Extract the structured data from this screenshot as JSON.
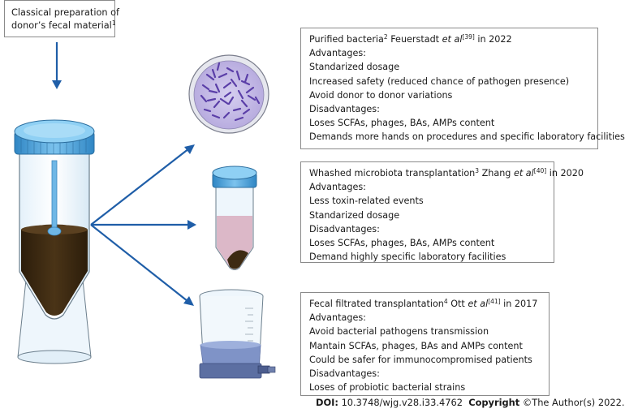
{
  "source": {
    "line1": "Classical preparation of",
    "line2": "donor’s fecal material",
    "sup": "1"
  },
  "methods": [
    {
      "name": "Purified bacteria",
      "sup": "2",
      "author": "Feuerstadt",
      "etal": "et al",
      "ref": "[39]",
      "year": "in 2022",
      "adv_label": "Advantages:",
      "advantages": [
        "Standarized dosage",
        "Increased safety (reduced chance of pathogen presence)",
        "Avoid donor to donor variations"
      ],
      "dis_label": "Disadvantages:",
      "disadvantages": [
        "Loses SCFAs, phages, BAs, AMPs content",
        "Demands more hands on procedures and specific laboratory facilities"
      ]
    },
    {
      "name": "Whashed microbiota transplantation",
      "sup": "3",
      "author": "Zhang",
      "etal": "et al",
      "ref": "[40]",
      "year": "in 2020",
      "adv_label": "Advantages:",
      "advantages": [
        "Less toxin-related events",
        "Standarized dosage"
      ],
      "dis_label": "Disadvantages:",
      "disadvantages": [
        "Loses SCFAs, phages, BAs, AMPs content",
        "Demand highly specific laboratory facilities"
      ]
    },
    {
      "name": "Fecal filtrated transplantation",
      "sup": "4",
      "author": "Ott",
      "etal": "et al",
      "ref": "[41]",
      "year": "in 2017",
      "adv_label": "Advantages:",
      "advantages": [
        "Avoid bacterial pathogens transmission",
        "Mantain SCFAs, phages, BAs and AMPs content",
        "Could be safer for immunocompromised patients"
      ],
      "dis_label": "Disadvantages:",
      "disadvantages": [
        "Loses of probiotic bacterial strains"
      ]
    }
  ],
  "footer": {
    "doi_label": "DOI:",
    "doi": "10.3748/wjg.v28.i33.4762",
    "copyright_label": "Copyright",
    "copyright": "©The Author(s) 2022."
  },
  "colors": {
    "arrow": "#1f5ea8",
    "cap": "#4a9fd8",
    "fecal": "#3d2a12",
    "petri_medium": "#c6bde6",
    "bacteria": "#5b3fa8",
    "washed_liquid": "#dcb8c8",
    "filtered_liquid": "#7f93c7"
  }
}
